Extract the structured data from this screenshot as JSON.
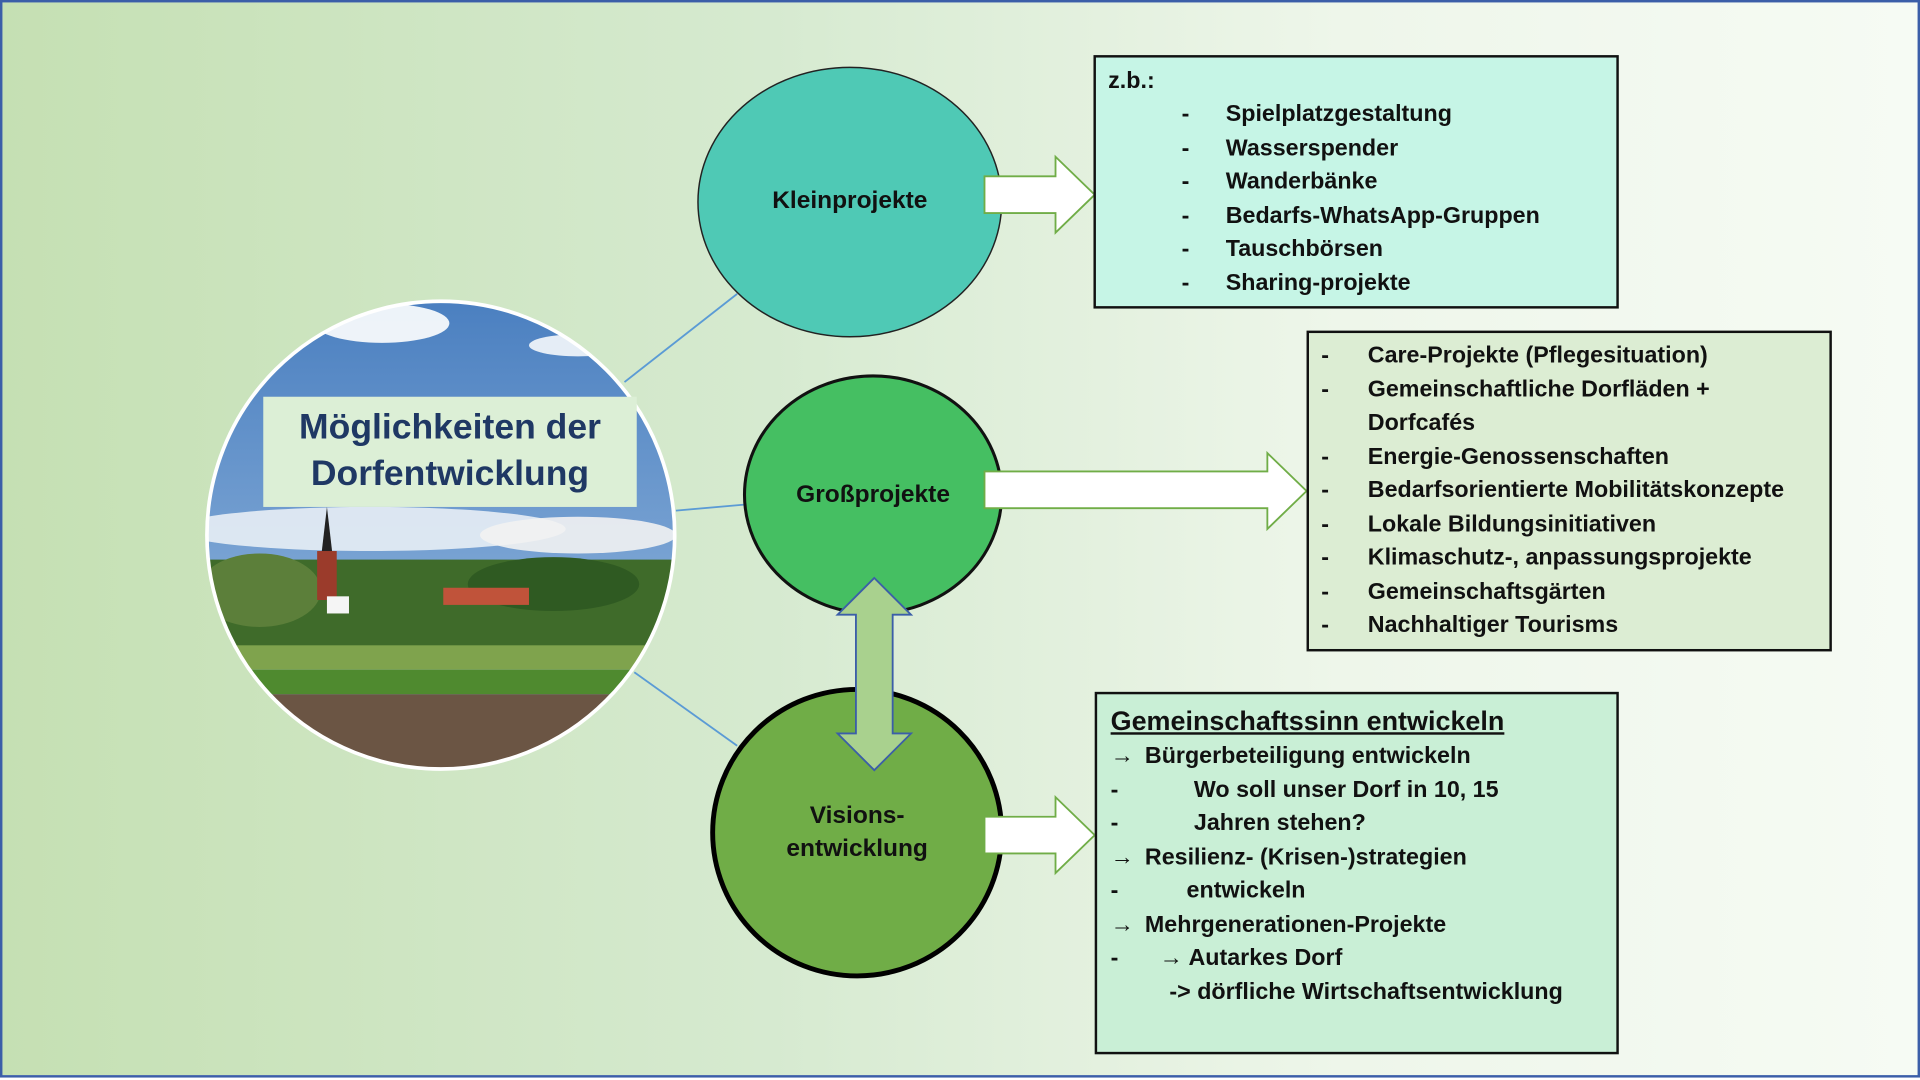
{
  "title": {
    "line1": "Möglichkeiten der",
    "line2": "Dorfentwicklung"
  },
  "nodes": {
    "klein": "Kleinprojekte",
    "gross": "Großprojekte",
    "vision_line1": "Visions-",
    "vision_line2": "entwicklung"
  },
  "colors": {
    "klein": "#4fc9b5",
    "gross": "#45bf62",
    "vision": "#70ad47",
    "title_text": "#1f3864"
  },
  "klein_box": {
    "heading": "z.b.:",
    "items": [
      "Spielplatzgestaltung",
      "Wasserspender",
      "Wanderbänke",
      "Bedarfs-WhatsApp-Gruppen",
      "Tauschbörsen",
      "Sharing-projekte"
    ]
  },
  "gross_box": {
    "items": [
      "Care-Projekte (Pflegesituation)",
      "Gemeinschaftliche Dorfläden +",
      "Dorfcafés",
      "Energie-Genossenschaften",
      "Bedarfsorientierte Mobilitätskonzepte",
      "Lokale Bildungsinitiativen",
      "Klimaschutz-, anpassungsprojekte",
      "Gemeinschaftsgärten",
      "Nachhaltiger Tourisms"
    ]
  },
  "vision_box": {
    "heading": "Gemeinschaftssinn entwickeln",
    "lines": [
      {
        "prefix": "→",
        "text": "Bürgerbeteiligung entwickeln"
      },
      {
        "prefix": "-",
        "text": "Wo soll unser Dorf  in 10, 15"
      },
      {
        "prefix": "-",
        "text": "Jahren stehen?"
      },
      {
        "prefix": "→",
        "text": "Resilienz- (Krisen-)strategien"
      },
      {
        "prefix": "-",
        "text": "entwickeln"
      },
      {
        "prefix": "→",
        "text": "Mehrgenerationen-Projekte"
      },
      {
        "prefix": "-",
        "text": "→ Autarkes Dorf"
      },
      {
        "prefix": "",
        "text": "-> dörfliche Wirtschaftsentwicklung"
      }
    ]
  }
}
